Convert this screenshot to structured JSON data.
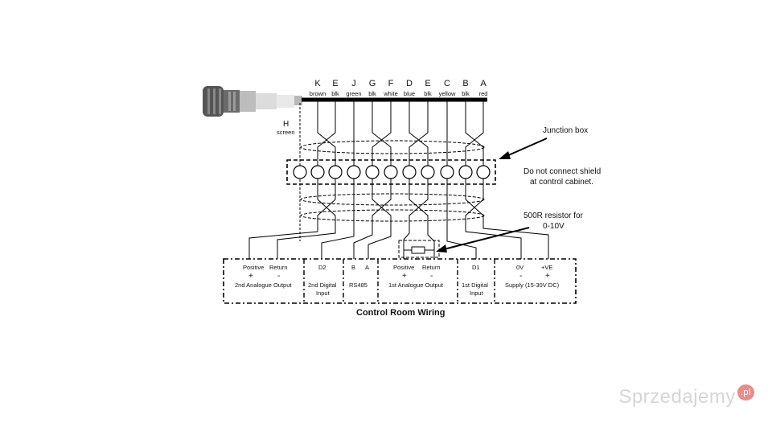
{
  "cable": {
    "wires": [
      {
        "letter": "K",
        "color": "brown"
      },
      {
        "letter": "E",
        "color": "blk"
      },
      {
        "letter": "J",
        "color": "green"
      },
      {
        "letter": "G",
        "color": "blk"
      },
      {
        "letter": "F",
        "color": "white"
      },
      {
        "letter": "D",
        "color": "blue"
      },
      {
        "letter": "E",
        "color": "blk"
      },
      {
        "letter": "C",
        "color": "yellow"
      },
      {
        "letter": "B",
        "color": "blk"
      },
      {
        "letter": "A",
        "color": "red"
      }
    ],
    "screen_letter": "H",
    "screen_label": "screen"
  },
  "annotations": {
    "junction_box": "Junction box",
    "shield_note_1": "Do not connect shield",
    "shield_note_2": "at control cabinet.",
    "resistor_note_1": "500R resistor for",
    "resistor_note_2": "0-10V"
  },
  "terminals": {
    "t1_pos": "Positive",
    "t1_ret": "Return",
    "t1_plus": "+",
    "t1_minus": "-",
    "t1_name": "2nd Analogue Output",
    "t2_top": "D2",
    "t2_line1": "2nd Digital",
    "t2_line2": "Input",
    "t3_b": "B",
    "t3_a": "A",
    "t3_name": "RS485",
    "t4_pos": "Positive",
    "t4_ret": "Return",
    "t4_plus": "+",
    "t4_minus": "-",
    "t4_name": "1st Analogue Output",
    "t5_top": "D1",
    "t5_line1": "1st Digital",
    "t5_line2": "Input",
    "t6_0v": "0V",
    "t6_ve": "+VE",
    "t6_minus": "-",
    "t6_plus": "+",
    "t6_name": "Supply (15-30V DC)"
  },
  "title": "Control Room Wiring",
  "watermark": "Sprzedajemy",
  "watermark_suffix": ".pl"
}
